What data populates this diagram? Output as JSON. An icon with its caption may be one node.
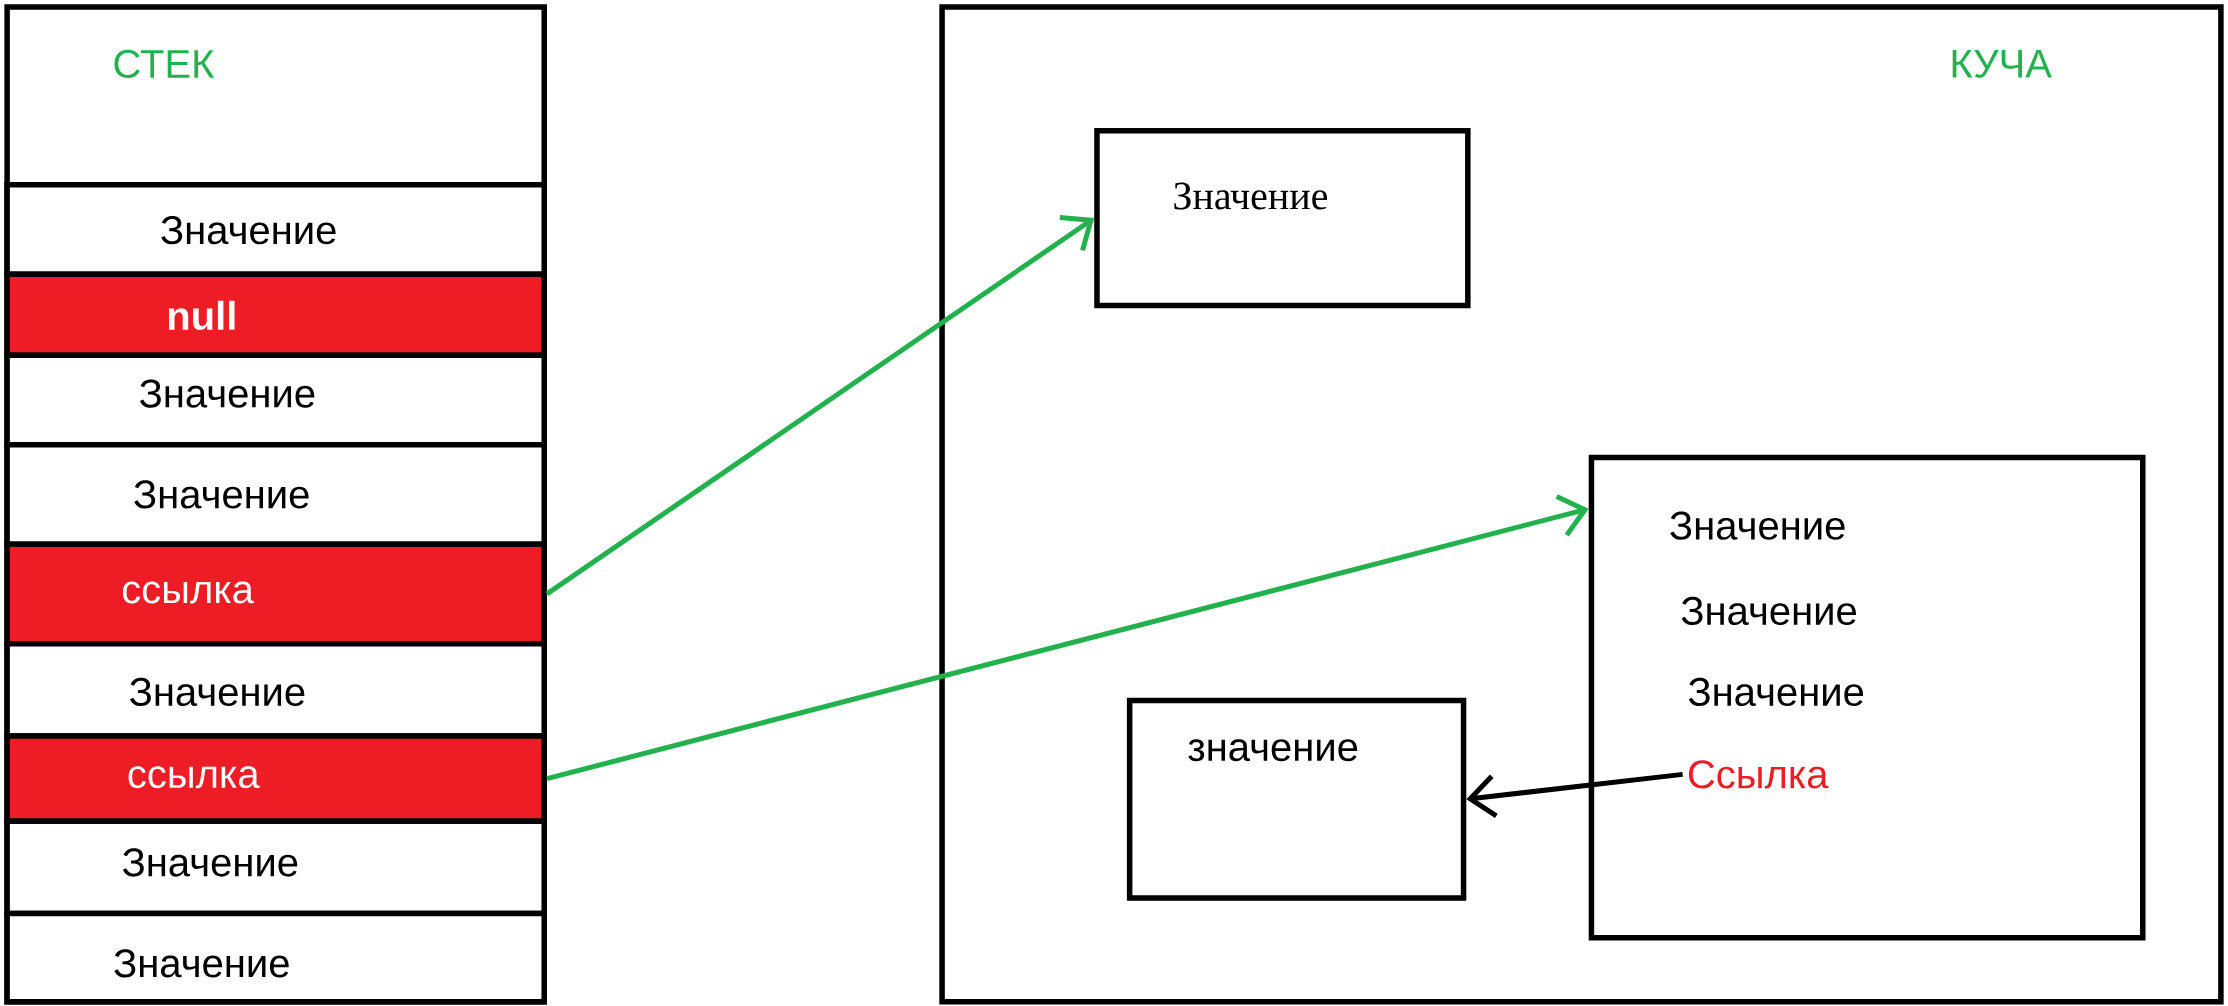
{
  "diagram": {
    "nodes": [
      {
        "text": [
          "СТЕК"
        ]
      },
      {
        "text": [
          "Значение"
        ],
        "in": 0
      },
      {
        "text": [
          "null"
        ],
        "in": 0
      },
      {
        "text": [
          "Значение"
        ],
        "in": 0
      },
      {
        "text": [
          "Значение"
        ],
        "in": 0
      },
      {
        "text": [
          "ссылка"
        ],
        "in": 0
      },
      {
        "text": [
          "Значение"
        ],
        "in": 0
      },
      {
        "text": [
          "ссылка"
        ],
        "in": 0
      },
      {
        "text": [
          "Значение"
        ],
        "in": 0
      },
      {
        "text": [
          "Значение"
        ],
        "in": 0
      },
      {
        "text": [
          "КУЧА"
        ]
      },
      {
        "text": [
          "Значение"
        ],
        "in": 10
      },
      {
        "text": [
          "Значение",
          "Значение",
          "Значение"
        ],
        "in": 10
      },
      {
        "text": [
          "Ссылка"
        ],
        "in": 12
      },
      {
        "text": [
          "значение"
        ],
        "in": 10
      }
    ],
    "edges": [
      {
        "from": 5,
        "to": 11,
        "arrow": "to",
        "color": "#22b14c"
      },
      {
        "from": 7,
        "to": 12,
        "arrow": "to",
        "color": "#22b14c"
      },
      {
        "from": 13,
        "to": 14,
        "arrow": "to",
        "color": "#000000"
      }
    ]
  }
}
